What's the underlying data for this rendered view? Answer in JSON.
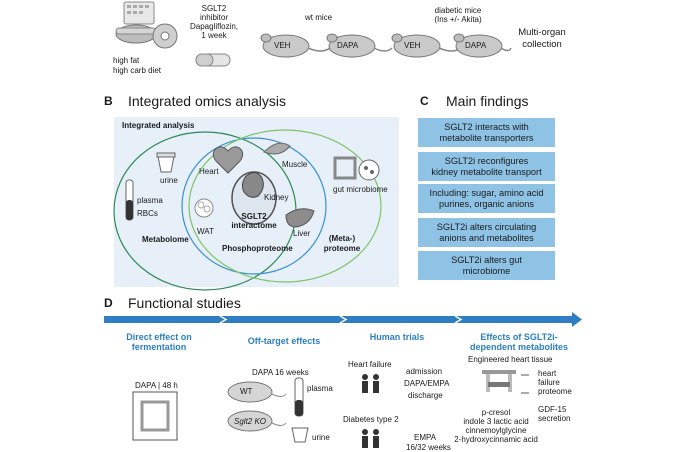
{
  "panel_a": {
    "diet": [
      "high fat",
      "high carb diet"
    ],
    "drug": [
      "SGLT2",
      "inhibitor",
      "Dapagliflozin,",
      "1 week"
    ],
    "wt_title": "wt mice",
    "diab_title": [
      "diabetic mice",
      "(Ins +/- Akita)"
    ],
    "mice": [
      "VEH",
      "DAPA",
      "VEH",
      "DAPA"
    ],
    "collection": [
      "Multi-organ",
      "collection"
    ]
  },
  "panel_b": {
    "letter": "B",
    "title": "Integrated omics analysis",
    "box_title": "Integrated analysis",
    "urine": "urine",
    "plasma": "plasma",
    "rbcs": "RBCs",
    "metabolome": "Metabolome",
    "heart": "Heart",
    "muscle": "Muscle",
    "kidney": "Kidney",
    "wat": "WAT",
    "liver": "Liver",
    "interactome": [
      "SGLT2",
      "interactome"
    ],
    "phospho": "Phosphoproteome",
    "gut": "gut microbiome",
    "meta": [
      "(Meta-)",
      "proteome"
    ]
  },
  "panel_c": {
    "letter": "C",
    "title": "Main findings",
    "findings": [
      [
        "SGLT2 interacts with",
        "metabolite transporters"
      ],
      [
        "SGLT2i reconfigures",
        "kidney metabolite transport"
      ],
      [
        "Including: sugar, amino acid",
        "purines, organic anions"
      ],
      [
        "SGLT2i alters circulating",
        "anions and metabolites"
      ],
      [
        "SGLT2i alters gut",
        "microbiome"
      ]
    ]
  },
  "panel_d": {
    "letter": "D",
    "title": "Functional studies",
    "col1": [
      "Direct effect on",
      "fermentation"
    ],
    "col1_label": "DAPA | 48 h",
    "col2": "Off-target effects",
    "col2_labels": {
      "dapa": "DAPA 16 weeks",
      "wt": "WT",
      "ko": "Sglt2 KO",
      "plasma": "plasma",
      "urine": "urine"
    },
    "col3": "Human trials",
    "col3_labels": {
      "hf": "Heart failure",
      "admission": "admission",
      "drug": "DAPA/EMPA",
      "discharge": "discharge",
      "dt2": "Diabetes type 2",
      "empa": "EMPA",
      "weeks": "16/32 weeks"
    },
    "col4": [
      "Effects of SGLT2i-",
      "dependent metabolites"
    ],
    "col4_labels": {
      "tissue": "Engineered heart tissue",
      "out1": [
        "heart",
        "failure",
        "proteome"
      ],
      "out2": [
        "GDF-15",
        "secretion"
      ],
      "mets": [
        "p-cresol",
        "indole 3 lactic acid",
        "cinnemoylglycine",
        "2-hydroxycinnamic acid"
      ]
    }
  }
}
